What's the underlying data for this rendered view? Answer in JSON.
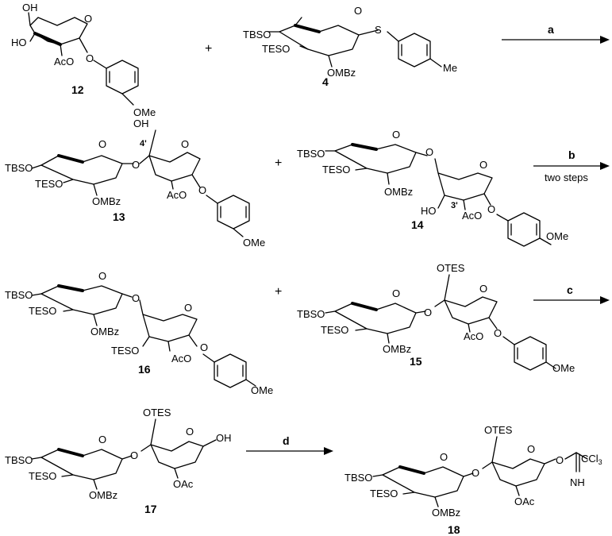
{
  "compounds": {
    "c12": {
      "number": "12",
      "labels": [
        "OH",
        "HO",
        "AcO",
        "O",
        "O",
        "OMe"
      ]
    },
    "c4": {
      "number": "4",
      "labels": [
        "TBSO",
        "TESO",
        "OMBz",
        "O",
        "S",
        "Me"
      ]
    },
    "c13": {
      "number": "13",
      "labels": [
        "TBSO",
        "TESO",
        "OMBz",
        "O",
        "O",
        "OH",
        "4'",
        "AcO",
        "O",
        "O",
        "OMe"
      ]
    },
    "c14": {
      "number": "14",
      "labels": [
        "TBSO",
        "TESO",
        "OMBz",
        "O",
        "O",
        "HO",
        "3'",
        "AcO",
        "O",
        "O",
        "OMe"
      ]
    },
    "c16": {
      "number": "16",
      "labels": [
        "TBSO",
        "TESO",
        "OMBz",
        "O",
        "O",
        "TESO",
        "AcO",
        "O",
        "O",
        "OMe"
      ]
    },
    "c15": {
      "number": "15",
      "labels": [
        "TBSO",
        "TESO",
        "OMBz",
        "O",
        "O",
        "OTES",
        "AcO",
        "O",
        "O",
        "OMe"
      ]
    },
    "c17": {
      "number": "17",
      "labels": [
        "TBSO",
        "TESO",
        "OMBz",
        "O",
        "O",
        "OTES",
        "OAc",
        "O",
        "OH"
      ]
    },
    "c18": {
      "number": "18",
      "labels": [
        "TBSO",
        "TESO",
        "OMBz",
        "O",
        "O",
        "OTES",
        "OAc",
        "O",
        "O",
        "CCl3",
        "NH"
      ]
    }
  },
  "plus": "+",
  "steps": {
    "a": {
      "label": "a",
      "below": ""
    },
    "b": {
      "label": "b",
      "below": "two steps"
    },
    "c": {
      "label": "c",
      "below": ""
    },
    "d": {
      "label": "d",
      "below": ""
    }
  }
}
